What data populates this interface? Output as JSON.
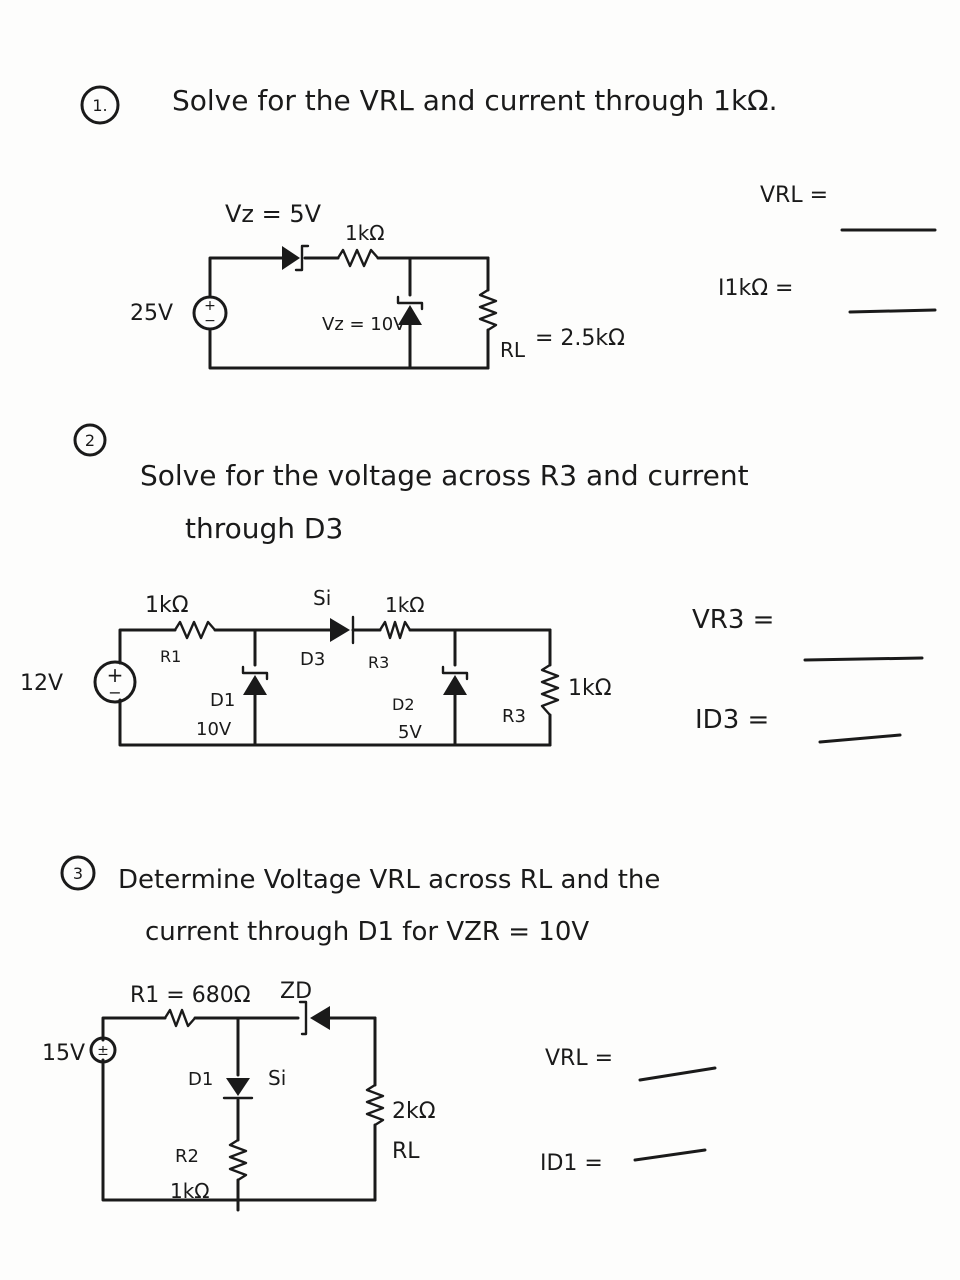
{
  "problem1": {
    "number": "1.",
    "prompt": "Solve for the VRL and current through 1kΩ.",
    "zener_top_label": "Vz = 5V",
    "resistor_label": "1kΩ",
    "source_label": "25V",
    "zener_mid_label": "Vz = 10V",
    "load_label_prefix": "RL",
    "load_label_value": "= 2.5kΩ",
    "answer_vrl": "VRL =",
    "answer_i": "I1kΩ ="
  },
  "problem2": {
    "number": "2",
    "prompt_line1": "Solve for the voltage across R3 and current",
    "prompt_line2": "through D3",
    "source_label": "12V",
    "r1_value": "1kΩ",
    "r1_name": "R1",
    "si_label": "Si",
    "r3_value": "1kΩ",
    "d3_label": "D3",
    "r3_name_top": "R3",
    "d1_label": "D1",
    "d1_value": "10V",
    "d2_label": "D2",
    "d2_value": "5V",
    "r3_bottom": "R3",
    "rload_value": "1kΩ",
    "answer_vr3": "VR3 =",
    "answer_id3": "ID3 ="
  },
  "problem3": {
    "number": "3",
    "prompt_line1": "Determine Voltage VRL across RL and the",
    "prompt_line2": "current through D1 for VZR = 10V",
    "r1_label": "R1 = 680Ω",
    "zd_label": "ZD",
    "source_label": "15V",
    "d1_label": "D1",
    "si_label": "Si",
    "r2_label": "R2",
    "r2_value": "1kΩ",
    "rl_value": "2kΩ",
    "rl_label": "RL",
    "answer_vrl": "VRL =",
    "answer_id1": "ID1 ="
  }
}
